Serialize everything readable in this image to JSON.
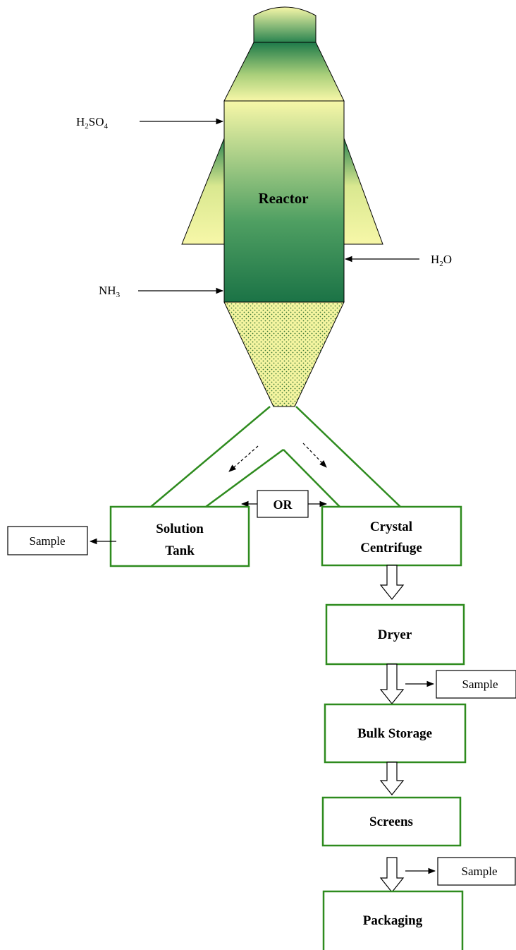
{
  "reactor": {
    "label": "Reactor"
  },
  "inputs": {
    "h2so4": {
      "main": "H",
      "sub1": "2",
      "mid": "SO",
      "sub2": "4"
    },
    "h2o": {
      "main": "H",
      "sub1": "2",
      "end": "O"
    },
    "nh3": {
      "main": "NH",
      "sub1": "3"
    }
  },
  "or_label": "OR",
  "nodes": {
    "solution_tank": {
      "line1": "Solution",
      "line2": "Tank"
    },
    "crystal_centrifuge": {
      "line1": "Crystal",
      "line2": "Centrifuge"
    },
    "dryer": "Dryer",
    "bulk_storage": "Bulk Storage",
    "screens": "Screens",
    "packaging": "Packaging"
  },
  "samples": {
    "left": "Sample",
    "after_dryer": "Sample",
    "after_screens": "Sample"
  },
  "colors": {
    "dark_green": "#1e7a4a",
    "light_yellow": "#f5f5a0",
    "box_border": "#2e8b1e"
  }
}
